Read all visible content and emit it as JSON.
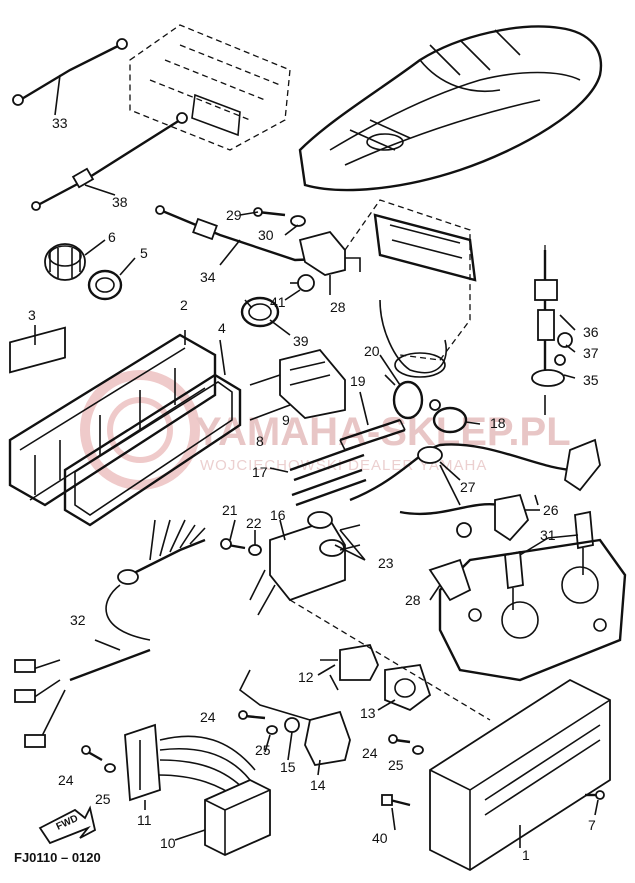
{
  "diagram": {
    "code": "FJ0110 – 0120",
    "fwd_label": "FWD",
    "watermark": {
      "main": "YAMAHA-SKLEP.PL",
      "sub": "WOJCIECHOWSKI DEALER YAMAHA"
    },
    "callouts": [
      {
        "id": "c33",
        "label": "33"
      },
      {
        "id": "c38",
        "label": "38"
      },
      {
        "id": "c6",
        "label": "6"
      },
      {
        "id": "c5",
        "label": "5"
      },
      {
        "id": "c29",
        "label": "29"
      },
      {
        "id": "c30",
        "label": "30"
      },
      {
        "id": "c34",
        "label": "34"
      },
      {
        "id": "c28a",
        "label": "28"
      },
      {
        "id": "c41",
        "label": "41"
      },
      {
        "id": "c39",
        "label": "39"
      },
      {
        "id": "c3",
        "label": "3"
      },
      {
        "id": "c2",
        "label": "2"
      },
      {
        "id": "c4",
        "label": "4"
      },
      {
        "id": "c36",
        "label": "36"
      },
      {
        "id": "c37",
        "label": "37"
      },
      {
        "id": "c35",
        "label": "35"
      },
      {
        "id": "c20",
        "label": "20"
      },
      {
        "id": "c19",
        "label": "19"
      },
      {
        "id": "c18",
        "label": "18"
      },
      {
        "id": "c9",
        "label": "9"
      },
      {
        "id": "c8",
        "label": "8"
      },
      {
        "id": "c17",
        "label": "17"
      },
      {
        "id": "c27",
        "label": "27"
      },
      {
        "id": "c26",
        "label": "26"
      },
      {
        "id": "c21",
        "label": "21"
      },
      {
        "id": "c22",
        "label": "22"
      },
      {
        "id": "c16",
        "label": "16"
      },
      {
        "id": "c23",
        "label": "23"
      },
      {
        "id": "c31",
        "label": "31"
      },
      {
        "id": "c28b",
        "label": "28"
      },
      {
        "id": "c32",
        "label": "32"
      },
      {
        "id": "c12",
        "label": "12"
      },
      {
        "id": "c13",
        "label": "13"
      },
      {
        "id": "c24a",
        "label": "24"
      },
      {
        "id": "c25a",
        "label": "25"
      },
      {
        "id": "c15",
        "label": "15"
      },
      {
        "id": "c14",
        "label": "14"
      },
      {
        "id": "c24b",
        "label": "24"
      },
      {
        "id": "c25b",
        "label": "25"
      },
      {
        "id": "c24c",
        "label": "24"
      },
      {
        "id": "c25c",
        "label": "25"
      },
      {
        "id": "c11",
        "label": "11"
      },
      {
        "id": "c10",
        "label": "10"
      },
      {
        "id": "c40",
        "label": "40"
      },
      {
        "id": "c1",
        "label": "1"
      },
      {
        "id": "c7",
        "label": "7"
      }
    ]
  }
}
